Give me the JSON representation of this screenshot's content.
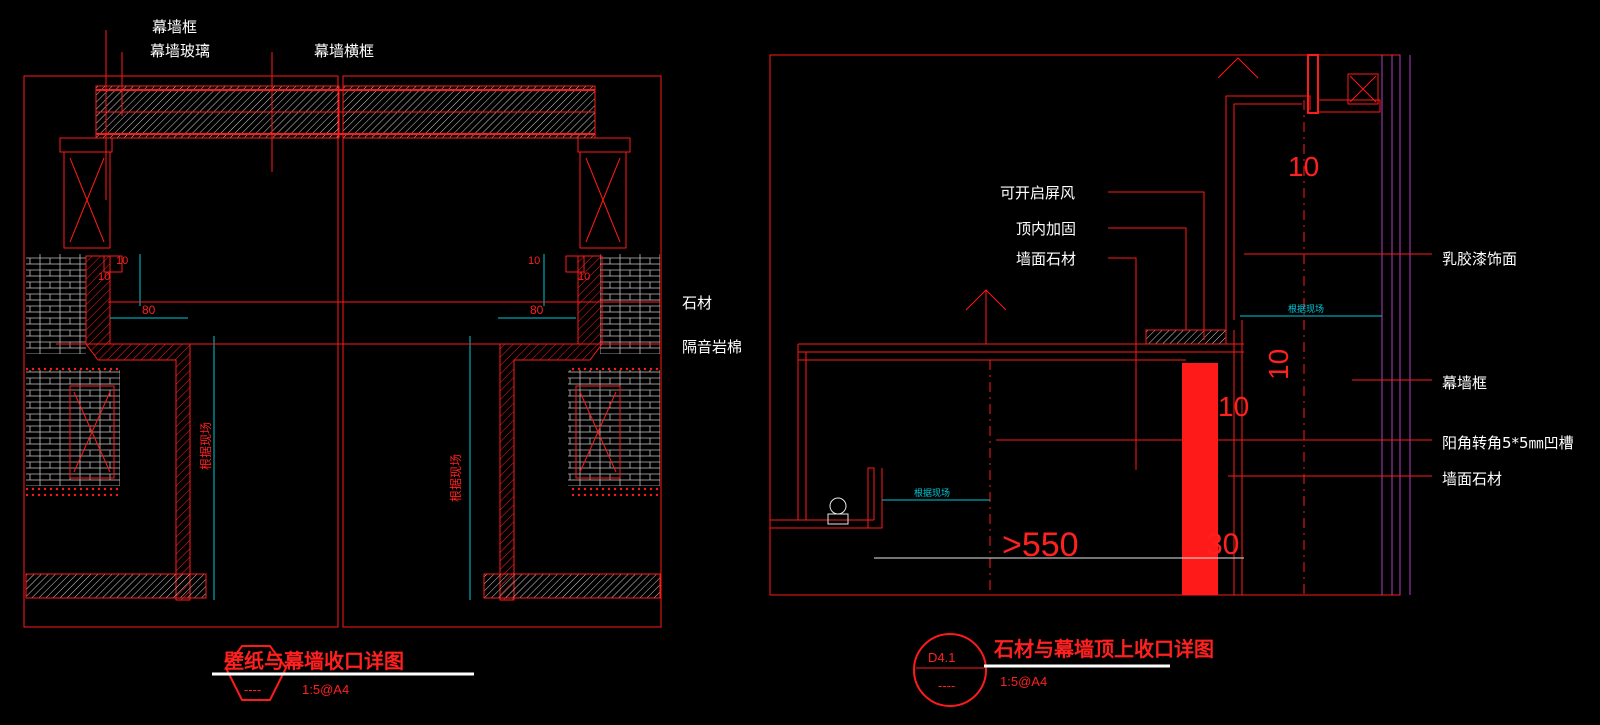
{
  "left_detail": {
    "labels": {
      "curtain_frame": "幕墙框",
      "curtain_glass": "幕墙玻璃",
      "curtain_transom": "幕墙横框",
      "stone": "石材",
      "insulation": "隔音岩棉"
    },
    "dims": {
      "d10_a": "10",
      "d10_b": "10",
      "d80": "80",
      "d10_c": "10",
      "d10_d": "10",
      "d80_r": "80",
      "site_l": "根据现场",
      "site_r": "根据现场"
    },
    "title": "壁纸与幕墙收口详图",
    "scale": "1:5@A4",
    "bubble_bottom": "----"
  },
  "right_detail": {
    "labels": {
      "screen": "可开启屏风",
      "ceiling_reinforce": "顶内加固",
      "wall_stone_top": "墙面石材",
      "latex_paint": "乳胶漆饰面",
      "curtain_frame": "幕墙框",
      "corner_groove": "阳角转角5*5㎜凹槽",
      "wall_stone": "墙面石材"
    },
    "dims": {
      "d10_top": "10",
      "d10_mid": "10",
      "d10_low": "10",
      "d550": ">550",
      "d30": "30",
      "site_top": "根据现场",
      "site_bottom": "根据现场"
    },
    "title": "石材与幕墙顶上收口详图",
    "scale": "1:5@A4",
    "bubble_top": "D4.1",
    "bubble_bottom": "----"
  },
  "colors": {
    "line": "#ff1a1a",
    "label": "#ffffff",
    "dimension": "#00c8d8",
    "curtain": "#b040c0"
  }
}
